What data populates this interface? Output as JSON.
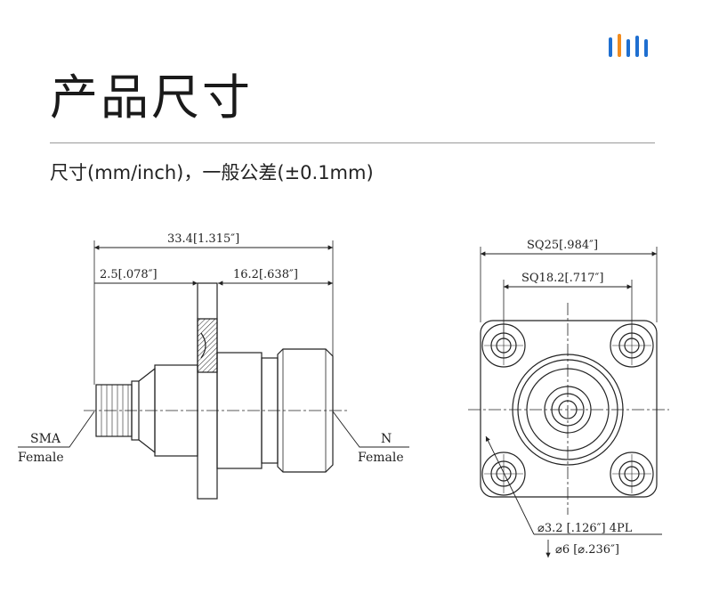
{
  "header": {
    "title": "产品尺寸",
    "subtitle": "尺寸(mm/inch)，一般公差(±0.1mm)"
  },
  "side_view": {
    "overall_length": "33.4[1.315″]",
    "sma_to_flange": "2.5[.078″]",
    "flange_to_n_end": "16.2[.638″]",
    "left_label_1": "SMA",
    "left_label_2": "Female",
    "right_label_1": "N",
    "right_label_2": "Female"
  },
  "front_view": {
    "flange_square": "SQ25[.984″]",
    "hole_spacing": "SQ18.2[.717″]",
    "hole_diameter": "⌀3.2 [.126″] 4PL",
    "counterbore": "⌀6 [⌀.236″]"
  },
  "colors": {
    "logo_blue": "#1f6fd0",
    "logo_orange": "#f28c1e",
    "line": "#222222",
    "rule": "#9a9a9a"
  }
}
